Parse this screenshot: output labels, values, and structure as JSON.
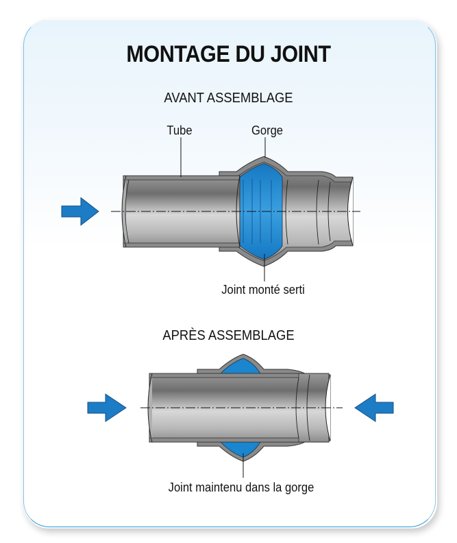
{
  "title": "MONTAGE DU JOINT",
  "sections": [
    {
      "heading": "AVANT ASSEMBLAGE",
      "labels": {
        "tube": "Tube",
        "gorge": "Gorge",
        "joint": "Joint monté serti"
      },
      "arrows": [
        "right"
      ]
    },
    {
      "heading": "APRÈS ASSEMBLAGE",
      "labels": {
        "joint": "Joint maintenu dans la gorge"
      },
      "arrows": [
        "right",
        "left"
      ]
    }
  ],
  "colors": {
    "seal_blue": "#1a86d0",
    "arrow_blue": "#1c7cc6",
    "pipe_gray": "#8a8a8a",
    "card_border": "#2a9ad8"
  }
}
